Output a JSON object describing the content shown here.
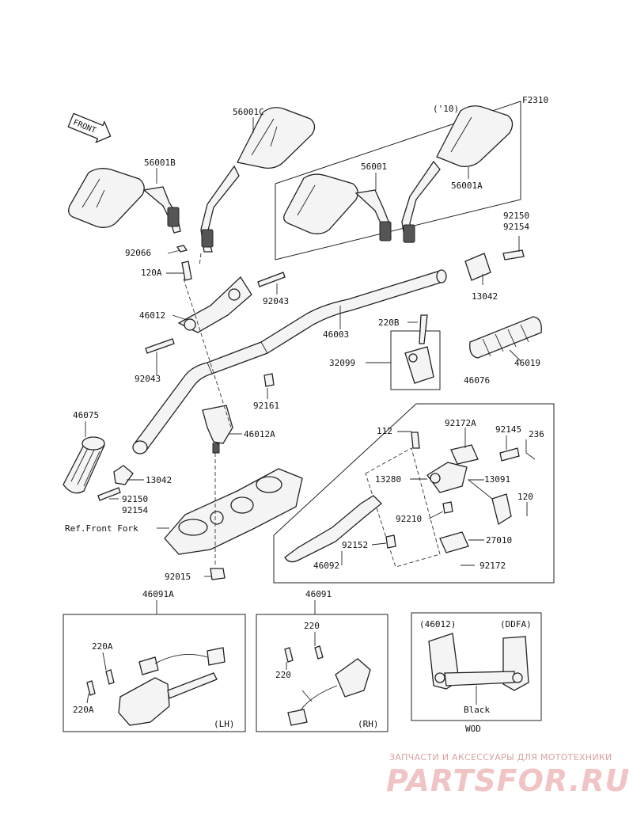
{
  "figure_code": "F2310",
  "year_tag": "('10)",
  "front_tag": "FRONT",
  "part_labels": {
    "p56001C": "56001C",
    "p56001B": "56001B",
    "p56001": "56001",
    "p56001A": "56001A",
    "p92150_top": "92150",
    "p92154_top": "92154",
    "p92066": "92066",
    "p120A": "120A",
    "p92043_right": "92043",
    "p13042_right": "13042",
    "p46012": "46012",
    "p46003": "46003",
    "p220B": "220B",
    "p32099": "32099",
    "p46019": "46019",
    "p92043_left": "92043",
    "p92161": "92161",
    "p46076": "46076",
    "p46075": "46075",
    "p46012A": "46012A",
    "p112": "112",
    "p92172A": "92172A",
    "p92145": "92145",
    "p236": "236",
    "p13042_left": "13042",
    "p13280": "13280",
    "p13091": "13091",
    "p92150_left": "92150",
    "p92154_left": "92154",
    "p120": "120",
    "p92210": "92210",
    "ref_front_fork": "Ref.Front Fork",
    "p27010": "27010",
    "p92152": "92152",
    "p46092": "46092",
    "p92172": "92172",
    "p92015": "92015",
    "p46091A": "46091A",
    "p46091": "46091",
    "p220A_upper": "220A",
    "p220A_lower": "220A",
    "p220_upper": "220",
    "p220_lower": "220",
    "lh_tag": "(LH)",
    "rh_tag": "(RH)",
    "inset_left": "(46012)",
    "inset_right": "(DDFA)",
    "inset_color": "Black",
    "inset_code": "WOD"
  },
  "watermark": {
    "caption": "ЗАПЧАСТИ И АКСЕССУАРЫ ДЛЯ МОТОТЕХНИКИ",
    "logo": "PARTSFOR.RU"
  },
  "colors": {
    "line": "#222222",
    "watermark_text": "#d9a0a0",
    "watermark_logo": "#f0c4c4"
  }
}
